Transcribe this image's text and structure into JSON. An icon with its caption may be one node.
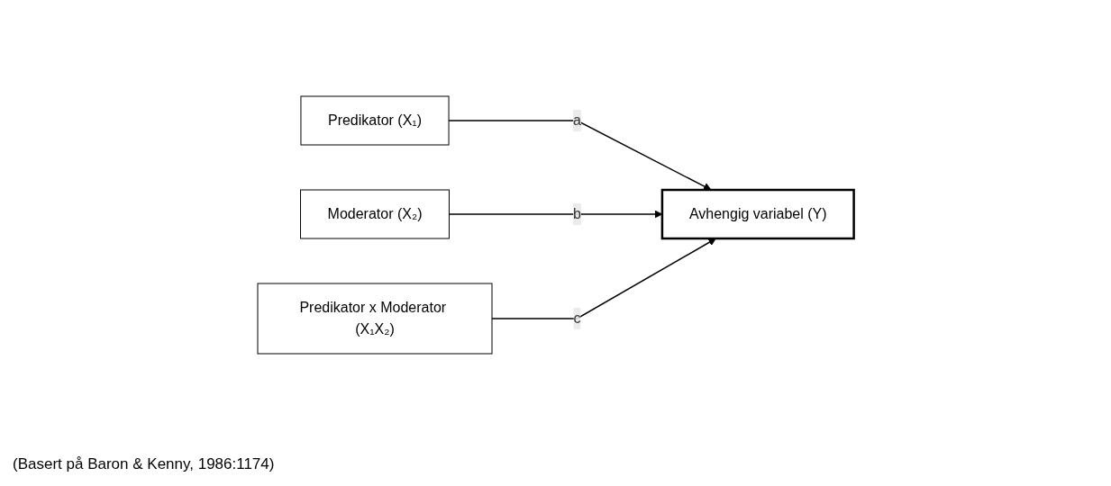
{
  "diagram": {
    "nodes": [
      {
        "text": [
          "Predikator (X₁)"
        ]
      },
      {
        "text": [
          "Moderator (X₂)"
        ]
      },
      {
        "text": [
          "Predikator x Moderator (X₁X₂)"
        ]
      },
      {
        "text": [
          "Avhengig variabel (Y)"
        ]
      }
    ],
    "edges": [
      {
        "from": 0,
        "to": 3,
        "arrow": "to",
        "label": "a"
      },
      {
        "from": 1,
        "to": 3,
        "arrow": "to",
        "label": "b"
      },
      {
        "from": 2,
        "to": 3,
        "arrow": "to",
        "label": "c"
      }
    ],
    "labels": [
      "(Basert på Baron & Kenny, 1986:1174)"
    ]
  }
}
